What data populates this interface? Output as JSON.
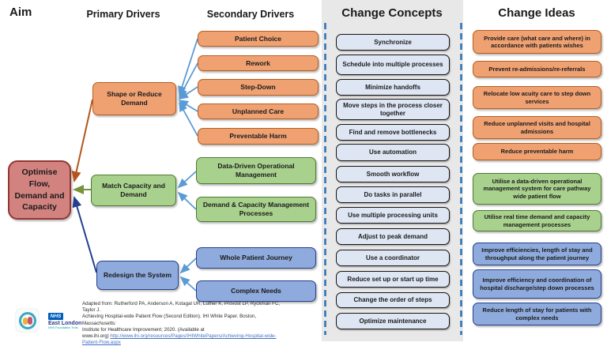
{
  "headers": {
    "aim": "Aim",
    "primary_drivers": "Primary Drivers",
    "secondary_drivers": "Secondary Drivers",
    "change_concepts": "Change Concepts",
    "change_ideas": "Change Ideas"
  },
  "aim": {
    "label": "Optimise Flow, Demand and Capacity"
  },
  "primary_drivers": [
    {
      "label": "Shape or Reduce Demand",
      "group": "orange"
    },
    {
      "label": "Match Capacity and Demand",
      "group": "green"
    },
    {
      "label": "Redesign the System",
      "group": "blue"
    }
  ],
  "secondary_drivers": [
    {
      "label": "Patient Choice",
      "group": "orange"
    },
    {
      "label": "Rework",
      "group": "orange"
    },
    {
      "label": "Step-Down",
      "group": "orange"
    },
    {
      "label": "Unplanned Care",
      "group": "orange"
    },
    {
      "label": "Preventable Harm",
      "group": "orange"
    },
    {
      "label": "Data-Driven Operational Management",
      "group": "green"
    },
    {
      "label": "Demand & Capacity Management Processes",
      "group": "green"
    },
    {
      "label": "Whole Patient Journey",
      "group": "blue"
    },
    {
      "label": "Complex Needs",
      "group": "blue"
    }
  ],
  "change_concepts": [
    {
      "label": "Synchronize"
    },
    {
      "label": "Schedule into multiple processes"
    },
    {
      "label": "Minimize handoffs"
    },
    {
      "label": "Move steps in the process closer together"
    },
    {
      "label": "Find and remove bottlenecks"
    },
    {
      "label": "Use automation"
    },
    {
      "label": "Smooth workflow"
    },
    {
      "label": "Do tasks in parallel"
    },
    {
      "label": "Use multiple processing units"
    },
    {
      "label": "Adjust to peak demand"
    },
    {
      "label": "Use a coordinator"
    },
    {
      "label": "Reduce set up or start up time"
    },
    {
      "label": "Change the order of steps"
    },
    {
      "label": "Optimize maintenance"
    }
  ],
  "change_ideas": [
    {
      "label": "Provide care (what care and where) in accordance with patients wishes",
      "group": "orange"
    },
    {
      "label": "Prevent re-admissions/re-referrals",
      "group": "orange"
    },
    {
      "label": "Relocate low acuity care to step down services",
      "group": "orange"
    },
    {
      "label": "Reduce unplanned visits and hospital admissions",
      "group": "orange"
    },
    {
      "label": "Reduce preventable harm",
      "group": "orange"
    },
    {
      "label": "Utilise a data-driven operational management system for care pathway wide patient flow",
      "group": "green"
    },
    {
      "label": "Utilise real time demand and capacity management processes",
      "group": "green"
    },
    {
      "label": "Improve efficiencies, length of stay and throughput along the patient journey",
      "group": "blue"
    },
    {
      "label": "Improve efficiency and coordination of hospital discharge/step down processes",
      "group": "blue"
    },
    {
      "label": "Reduce length of stay for patients with complex needs",
      "group": "blue"
    }
  ],
  "citation": {
    "line1": "Adapted from: Rutherford PA, Anderson A, Kotagal UR, Luther K, Provost LP, Ryckman FC, Taylor J.",
    "line2": "Achieving Hospital-wide Patient Flow (Second Edition). IHI White Paper. Boston, Massachusetts:",
    "line3": "Institute for Healthcare Improvement; 2020. (Available at",
    "line4_prefix": "www.ihi.org) ",
    "link": "http://www.ihi.org/resources/Pages/IHIWhitePapers/Achieving-Hospital-wide-Patient-Flow.aspx"
  },
  "logos": {
    "nhs": "NHS",
    "nhs_org": "East London",
    "nhs_sub": "NHS Foundation Trust"
  },
  "colors": {
    "orange_fill": "#EFA172",
    "orange_border": "#BA5D1D",
    "green_fill": "#A9D18E",
    "green_border": "#4F7A2E",
    "blue_fill": "#8FAADC",
    "blue_border": "#24408E",
    "aim_fill": "#D28380",
    "aim_border": "#943634",
    "concept_fill": "#DEE6F4",
    "concept_border": "#141414",
    "panel_bg": "#E9E8E8",
    "dashed_line": "#2E75B6",
    "connector_blue": "#5B9BD5",
    "aim_line_orange": "#B4561C",
    "aim_line_green": "#76923C",
    "aim_line_navy": "#24408E"
  }
}
